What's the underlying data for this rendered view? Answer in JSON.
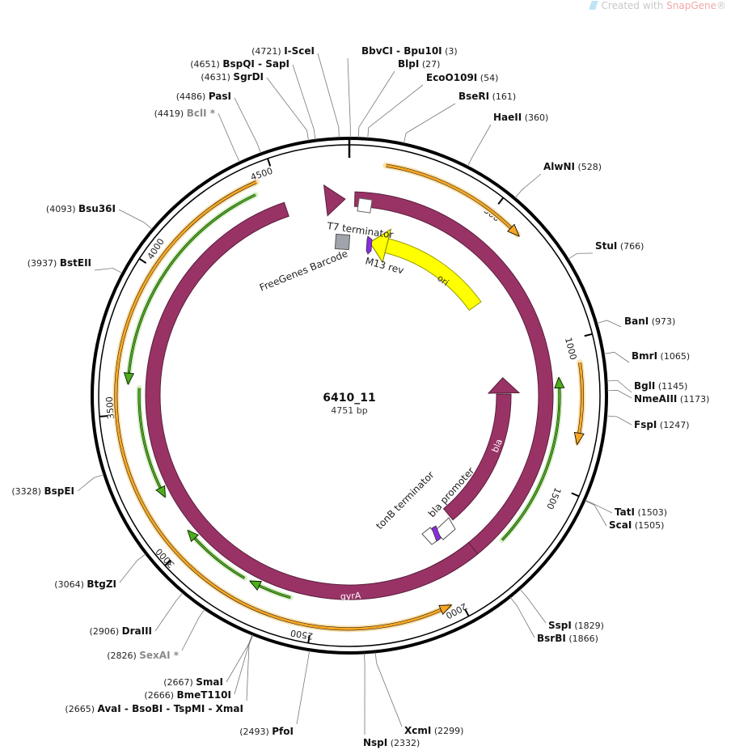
{
  "credit": {
    "prefix": "Created with ",
    "brand": "SnapGene",
    "suffix": "®"
  },
  "plasmid": {
    "name": "6410_11",
    "length_label": "4751 bp",
    "length": 4751
  },
  "ticks": [
    {
      "label": "500",
      "pos": 500
    },
    {
      "label": "1000",
      "pos": 1000
    },
    {
      "label": "1500",
      "pos": 1500
    },
    {
      "label": "2000",
      "pos": 2000
    },
    {
      "label": "2500",
      "pos": 2500
    },
    {
      "label": "3000",
      "pos": 3000
    },
    {
      "label": "3500",
      "pos": 3500
    },
    {
      "label": "4000",
      "pos": 4000
    },
    {
      "label": "4500",
      "pos": 4500
    }
  ],
  "enzymes": [
    {
      "name": "BbvCI",
      "name2": "Bpu10I",
      "position": "(3)",
      "pos": 3
    },
    {
      "name": "BlpI",
      "position": "(27)",
      "pos": 27
    },
    {
      "name": "EcoO109I",
      "position": "(54)",
      "pos": 54
    },
    {
      "name": "BseRI",
      "position": "(161)",
      "pos": 161
    },
    {
      "name": "HaeII",
      "position": "(360)",
      "pos": 360
    },
    {
      "name": "AlwNI",
      "position": "(528)",
      "pos": 528
    },
    {
      "name": "StuI",
      "position": "(766)",
      "pos": 766
    },
    {
      "name": "BanI",
      "position": "(973)",
      "pos": 973
    },
    {
      "name": "BmrI",
      "position": "(1065)",
      "pos": 1065
    },
    {
      "name": "BglI",
      "position": "(1145)",
      "pos": 1145
    },
    {
      "name": "NmeAIII",
      "position": "(1173)",
      "pos": 1173
    },
    {
      "name": "FspI",
      "position": "(1247)",
      "pos": 1247
    },
    {
      "name": "TatI",
      "position": "(1503)",
      "pos": 1503
    },
    {
      "name": "ScaI",
      "position": "(1505)",
      "pos": 1505
    },
    {
      "name": "SspI",
      "position": "(1829)",
      "pos": 1829
    },
    {
      "name": "BsrBI",
      "position": "(1866)",
      "pos": 1866
    },
    {
      "name": "XcmI",
      "position": "(2299)",
      "pos": 2299
    },
    {
      "name": "NspI",
      "position": "(2332)",
      "pos": 2332
    },
    {
      "name": "PfoI",
      "position": "(2493)",
      "pos": 2493
    },
    {
      "name": "AvaI",
      "name2": "BsoBI",
      "name3": "TspMI",
      "name4": "XmaI",
      "position": "(2665)",
      "pos": 2665
    },
    {
      "name": "BmeT110I",
      "position": "(2666)",
      "pos": 2666
    },
    {
      "name": "SmaI",
      "position": "(2667)",
      "pos": 2667
    },
    {
      "name": "SexAI *",
      "position": "(2826)",
      "pos": 2826,
      "gray": true
    },
    {
      "name": "DraIII",
      "position": "(2906)",
      "pos": 2906
    },
    {
      "name": "BtgZI",
      "position": "(3064)",
      "pos": 3064
    },
    {
      "name": "BspEI",
      "position": "(3328)",
      "pos": 3328
    },
    {
      "name": "BstEII",
      "position": "(3937)",
      "pos": 3937
    },
    {
      "name": "Bsu36I",
      "position": "(4093)",
      "pos": 4093
    },
    {
      "name": "BclI *",
      "position": "(4419)",
      "pos": 4419,
      "gray": true
    },
    {
      "name": "PasI",
      "position": "(4486)",
      "pos": 4486
    },
    {
      "name": "SgrDI",
      "position": "(4631)",
      "pos": 4631
    },
    {
      "name": "BspQI",
      "name2": "SapI",
      "position": "(4651)",
      "pos": 4651
    },
    {
      "name": "I-SceI",
      "position": "(4721)",
      "pos": 4721
    }
  ],
  "features": [
    {
      "label": "T7 terminator",
      "start": 4735,
      "end": 4751,
      "color": "#ffffff"
    },
    {
      "label": "M13 rev",
      "start": 4600,
      "end": 4620,
      "color": "#8a2be2"
    },
    {
      "label": "FreeGenes Barcode",
      "start": 4560,
      "end": 4600,
      "color": "#a0a4aa"
    },
    {
      "label": "ori",
      "start": 300,
      "end": 890,
      "color": "#ffff00"
    },
    {
      "label": "bla",
      "start": 1000,
      "end": 1800,
      "color": "#993366"
    },
    {
      "label": "bla promoter",
      "start": 1800,
      "end": 1900,
      "color": "#ffffff"
    },
    {
      "label": "tonB terminator",
      "start": 1900,
      "end": 1940,
      "color": "#8a2be2"
    },
    {
      "label": "gyrA",
      "start": 1960,
      "end": 4700,
      "color": "#993366"
    }
  ],
  "colors": {
    "orf_fill": "#f5a623",
    "orf_glow": "#fde3b0",
    "primer": "#4caf1a",
    "primer_glow": "#d6f0c4",
    "feature_dark": "#993366",
    "ori": "#ffff00"
  }
}
